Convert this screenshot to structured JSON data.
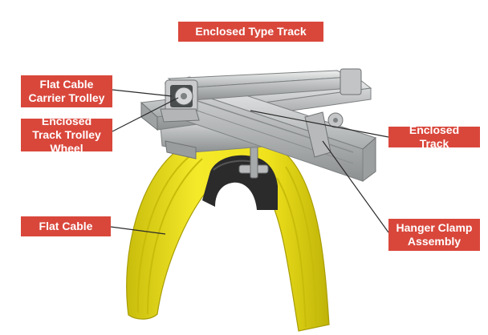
{
  "title": "Enclosed Type Track",
  "callouts": {
    "carrier_trolley": "Flat Cable Carrier Trolley",
    "trolley_wheel": "Enclosed Track Trolley Wheel",
    "flat_cable": "Flat Cable",
    "enclosed_track": "Enclosed Track",
    "hanger_clamp": "Hanger Clamp Assembly"
  },
  "colors": {
    "label_background": "#d9473b",
    "label_text": "#ffffff",
    "cable": "#f2e51a",
    "track": "#c9cbcc",
    "clamp": "#2b2b2b"
  }
}
